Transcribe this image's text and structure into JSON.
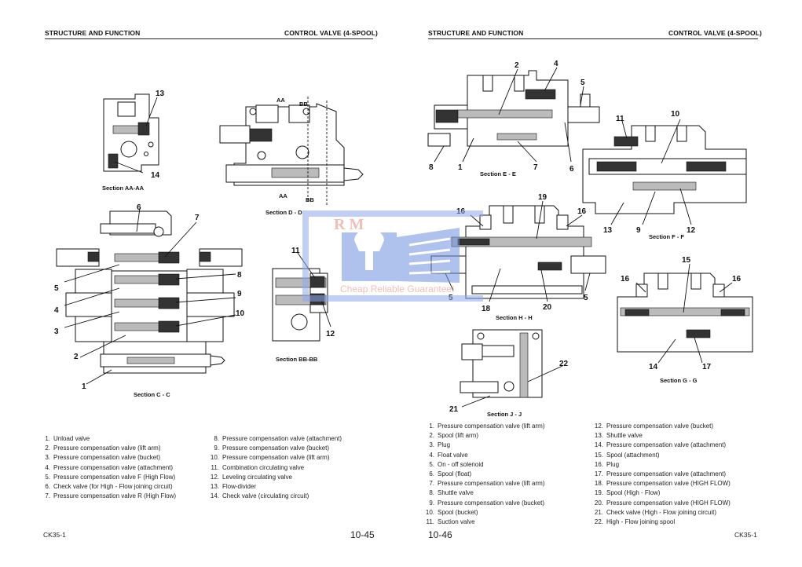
{
  "left_page": {
    "header": {
      "section": "STRUCTURE AND FUNCTION",
      "title": "CONTROL VALVE (4-SPOOL)"
    },
    "diagrams": {
      "section_aa": {
        "caption": "Section AA-AA",
        "callouts": [
          "13",
          "14"
        ]
      },
      "section_dd": {
        "caption": "Section D - D",
        "cut_marks": [
          "AA",
          "BB",
          "AA",
          "BB"
        ]
      },
      "section_cc": {
        "caption": "Section C - C",
        "callouts": [
          "6",
          "7",
          "5",
          "8",
          "4",
          "9",
          "3",
          "10",
          "2",
          "1"
        ]
      },
      "section_bb": {
        "caption": "Section BB-BB",
        "callouts": [
          "11",
          "12"
        ]
      }
    },
    "legend_col1": [
      {
        "num": "1.",
        "text": "Unload valve"
      },
      {
        "num": "2.",
        "text": "Pressure compensation valve (lift arm)"
      },
      {
        "num": "3.",
        "text": "Pressure compensation valve (bucket)"
      },
      {
        "num": "4.",
        "text": "Pressure compensation valve (attachment)"
      },
      {
        "num": "5.",
        "text": "Pressure compensation valve F (High Flow)"
      },
      {
        "num": "6.",
        "text": "Check valve (for High - Flow joining circuit)"
      },
      {
        "num": "7.",
        "text": "Pressure compensation valve R (High Flow)"
      }
    ],
    "legend_col2": [
      {
        "num": "8.",
        "text": "Pressure compensation valve (attachment)"
      },
      {
        "num": "9.",
        "text": "Pressure compensation valve (bucket)"
      },
      {
        "num": "10.",
        "text": "Pressure compensation valve (lift arm)"
      },
      {
        "num": "11.",
        "text": "Combination circulating valve"
      },
      {
        "num": "12.",
        "text": "Leveling circulating valve"
      },
      {
        "num": "13.",
        "text": "Flow-divider"
      },
      {
        "num": "14.",
        "text": "Check valve (circulating circuit)"
      }
    ],
    "footer": {
      "model": "CK35-1",
      "page_number": "10-45"
    }
  },
  "right_page": {
    "header": {
      "section": "STRUCTURE AND FUNCTION",
      "title": "CONTROL VALVE (4-SPOOL)"
    },
    "diagrams": {
      "section_ee": {
        "caption": "Section E - E",
        "callouts": [
          "2",
          "4",
          "5",
          "8",
          "1",
          "7",
          "6"
        ]
      },
      "section_ff": {
        "caption": "Section F - F",
        "callouts": [
          "11",
          "10",
          "13",
          "9",
          "12"
        ]
      },
      "section_hh": {
        "caption": "Section H - H",
        "callouts": [
          "19",
          "16",
          "16",
          "5",
          "18",
          "20",
          "5"
        ]
      },
      "section_gg": {
        "caption": "Section G - G",
        "callouts": [
          "15",
          "16",
          "16",
          "14",
          "17"
        ]
      },
      "section_jj": {
        "caption": "Section J - J",
        "callouts": [
          "22",
          "21"
        ]
      }
    },
    "legend_col1": [
      {
        "num": "1.",
        "text": "Pressure compensation valve (lift arm)"
      },
      {
        "num": "2.",
        "text": "Spool (lift arm)"
      },
      {
        "num": "3.",
        "text": "Plug"
      },
      {
        "num": "4.",
        "text": "Float valve"
      },
      {
        "num": "5.",
        "text": "On - off solenoid"
      },
      {
        "num": "6.",
        "text": "Spool (float)"
      },
      {
        "num": "7.",
        "text": "Pressure compensation valve (lift arm)"
      },
      {
        "num": "8.",
        "text": "Shuttle valve"
      },
      {
        "num": "9.",
        "text": "Pressure compensation valve (bucket)"
      },
      {
        "num": "10.",
        "text": "Spool (bucket)"
      },
      {
        "num": "11.",
        "text": "Suction valve"
      }
    ],
    "legend_col2": [
      {
        "num": "12.",
        "text": "Pressure compensation valve (bucket)"
      },
      {
        "num": "13.",
        "text": "Shuttle valve"
      },
      {
        "num": "14.",
        "text": "Pressure compensation valve (attachment)"
      },
      {
        "num": "15.",
        "text": "Spool (attachment)"
      },
      {
        "num": "16.",
        "text": "Plug"
      },
      {
        "num": "17.",
        "text": "Pressure compensation valve (attachment)"
      },
      {
        "num": "18.",
        "text": "Pressure compensation valve (HIGH FLOW)"
      },
      {
        "num": "19.",
        "text": "Spool (High - Flow)"
      },
      {
        "num": "20.",
        "text": "Pressure compensation valve (HIGH FLOW)"
      },
      {
        "num": "21.",
        "text": "Check valve (High - Flow joining circuit)"
      },
      {
        "num": "22.",
        "text": "High - Flow joining spool"
      }
    ],
    "footer": {
      "model": "CK35-1",
      "page_number": "10-46"
    }
  },
  "watermark": {
    "logo_text": "R M",
    "tagline": "Cheap Reliable Guarantee!",
    "color": "#6f8fe0"
  }
}
